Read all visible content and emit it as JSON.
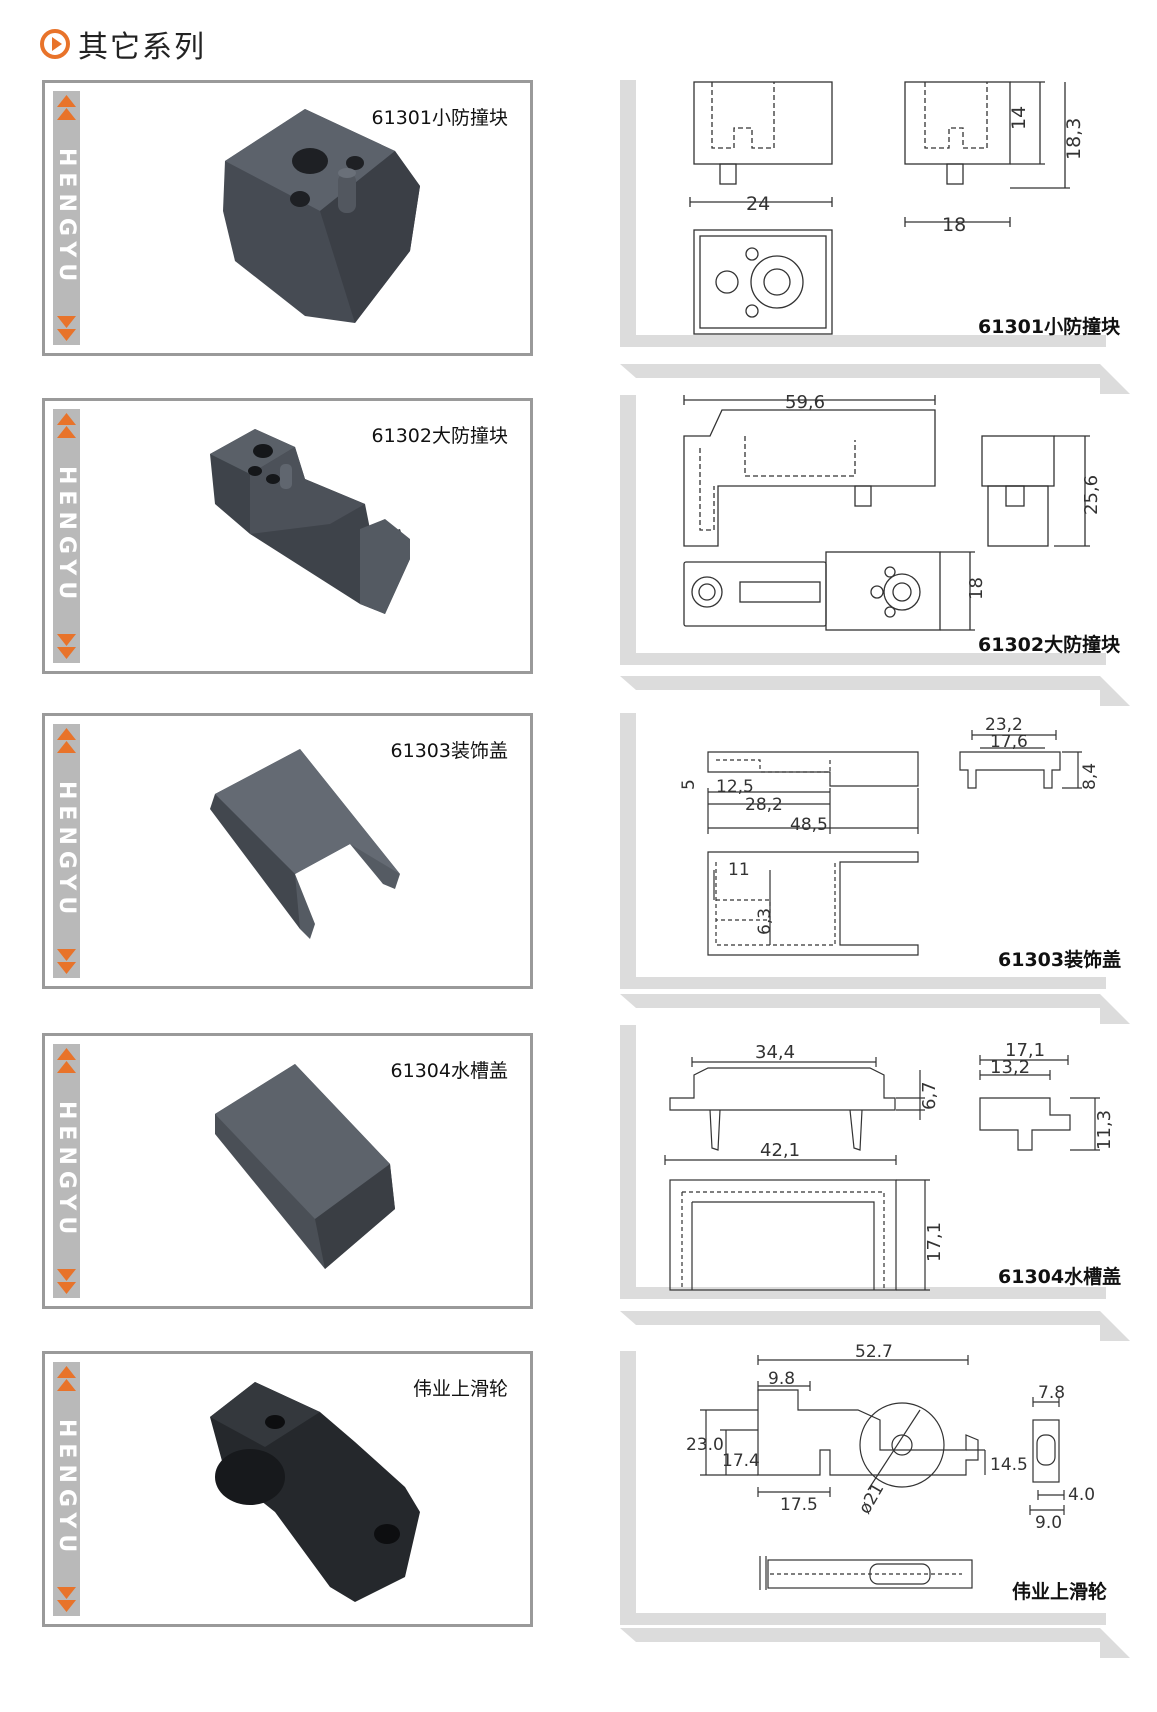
{
  "page_title": "其它系列",
  "brand": "HENGYU",
  "colors": {
    "accent": "#e8732a",
    "frame": "#9a9a9a",
    "strip": "#b9b9b9",
    "part": "#4a4f57"
  },
  "products": [
    {
      "label": "61301小防撞块",
      "drawing_label": "61301小防撞块",
      "dims": {
        "width": "24",
        "depth": "18",
        "h1": "14",
        "h2": "18,3"
      }
    },
    {
      "label": "61302大防撞块",
      "drawing_label": "61302大防撞块",
      "dims": {
        "length": "59,6",
        "height": "25,6",
        "width": "18"
      }
    },
    {
      "label": "61303装饰盖",
      "drawing_label": "61303装饰盖",
      "dims": {
        "w_outer": "23,2",
        "w_inner": "17,6",
        "h": "8,4",
        "a": "5",
        "b": "12,5",
        "c": "28,2",
        "d": "48,5",
        "e": "11",
        "f": "6,3"
      }
    },
    {
      "label": "61304水槽盖",
      "drawing_label": "61304水槽盖",
      "dims": {
        "a": "34,4",
        "b": "6,7",
        "c": "42,1",
        "d": "17,1",
        "e": "17,1",
        "f": "13,2",
        "g": "11,3"
      }
    },
    {
      "label": "伟业上滑轮",
      "drawing_label": "伟业上滑轮",
      "dims": {
        "len": "52.7",
        "a": "9.8",
        "h1": "23.0",
        "h2": "17.4",
        "b": "17.5",
        "dia": "ø21",
        "h3": "14.5",
        "c": "7.8",
        "d": "4.0",
        "e": "9.0"
      }
    }
  ]
}
